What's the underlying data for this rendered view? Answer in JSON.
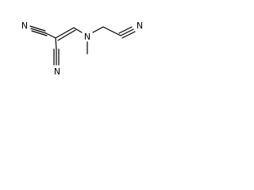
{
  "atom_labels": {
    "nitrile_left_n": "N",
    "nitrile_bottom_n": "N",
    "amine_n": "N",
    "nitrile_right_n": "N"
  }
}
